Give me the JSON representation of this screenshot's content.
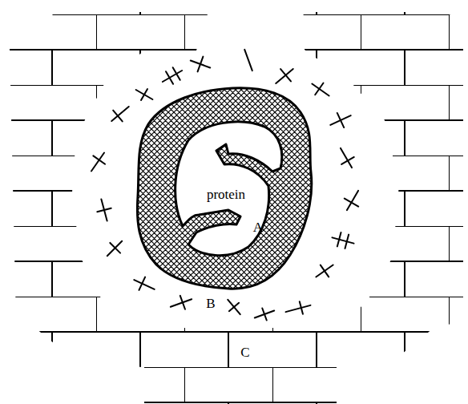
{
  "diagram": {
    "nodes": [
      {
        "text": [
          "protein"
        ]
      }
    ],
    "labels": [
      "A",
      "B",
      "C"
    ]
  }
}
